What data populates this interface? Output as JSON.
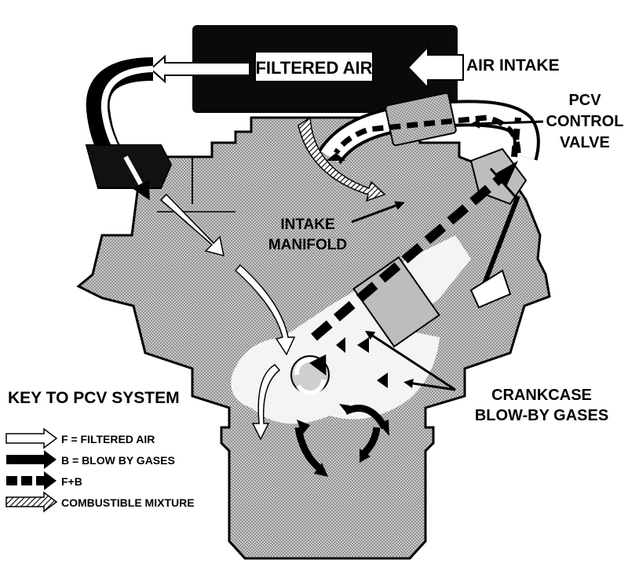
{
  "labels": {
    "filtered_air": "FILTERED AIR",
    "air_intake": "AIR INTAKE",
    "pcv_line1": "PCV",
    "pcv_line2": "CONTROL",
    "pcv_line3": "VALVE",
    "intake_line1": "INTAKE",
    "intake_line2": "MANIFOLD",
    "crankcase_line1": "CRANKCASE",
    "crankcase_line2": "BLOW-BY GASES"
  },
  "key": {
    "title": "KEY TO PCV SYSTEM",
    "items": [
      {
        "symbol": "hollow-arrow-icon",
        "text": "F = FILTERED AIR"
      },
      {
        "symbol": "solid-arrow-icon",
        "text": "B = BLOW BY GASES"
      },
      {
        "symbol": "dashed-arrow-icon",
        "text": "F+B"
      },
      {
        "symbol": "hatched-arrow-icon",
        "text": "COMBUSTIBLE MIXTURE"
      }
    ]
  },
  "colors": {
    "ink": "#000000",
    "paper": "#ffffff",
    "engine_fill": "#b8b8b8"
  }
}
